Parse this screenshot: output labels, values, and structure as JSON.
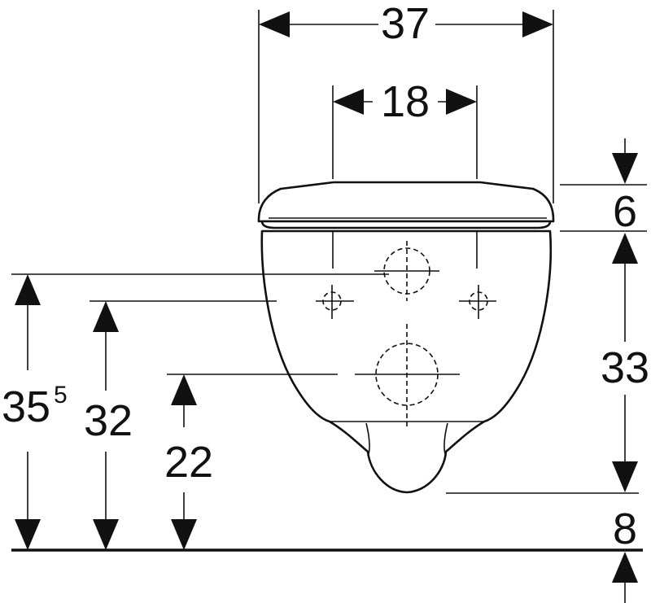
{
  "dimensions": {
    "total_width": "37",
    "hole_spacing": "18",
    "seat_height": "6",
    "bowl_height": "33",
    "floor_clearance": "8",
    "fixing_height_main": "35",
    "fixing_height_main_sup": "5",
    "fixing_height_bolts": "32",
    "outlet_height": "22"
  }
}
